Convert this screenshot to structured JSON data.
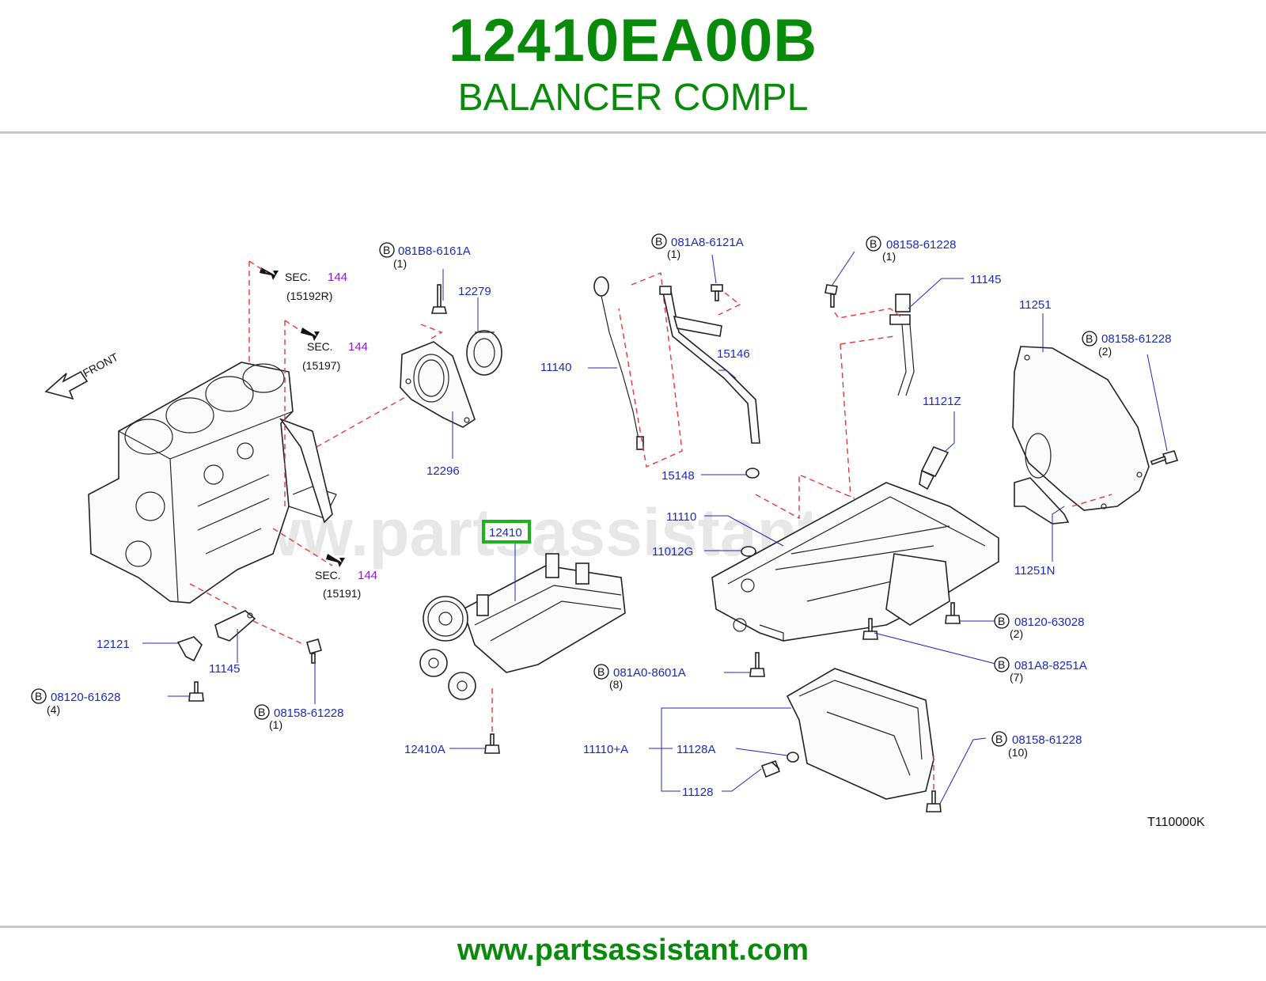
{
  "header": {
    "part_number": "12410EA00B",
    "part_name": "BALANCER COMPL"
  },
  "footer": {
    "url": "www.partsassistant.com"
  },
  "diagram": {
    "watermark": "www.partsassistant.com",
    "front_label": "FRONT",
    "code": "T110000K",
    "bolt_badge": "B",
    "highlighted_part": "12410",
    "section_refs": [
      {
        "sec": "SEC.",
        "num": "144",
        "sub": "(15192R)"
      },
      {
        "sec": "SEC.",
        "num": "144",
        "sub": "(15197)"
      },
      {
        "sec": "SEC.",
        "num": "144",
        "sub": "(15191)"
      }
    ],
    "labels": {
      "p081B8_6161A": "081B8-6161A",
      "q081B8_6161A": "(1)",
      "p12279": "12279",
      "p12296": "12296",
      "p081A8_6121A": "081A8-6121A",
      "q081A8_6121A": "(1)",
      "p08158_61228_top": "08158-61228",
      "q08158_61228_top": "(1)",
      "p11145_top": "11145",
      "p11140": "11140",
      "p15146": "15146",
      "p15148": "15148",
      "p11251": "11251",
      "p08158_61228_r": "08158-61228",
      "q08158_61228_r": "(2)",
      "p11121Z": "11121Z",
      "p11110": "11110",
      "p11012G": "11012G",
      "p11251N": "11251N",
      "p08120_63028": "08120-63028",
      "q08120_63028": "(2)",
      "p081A8_8251A": "081A8-8251A",
      "q081A8_8251A": "(7)",
      "p081A0_8601A": "081A0-8601A",
      "q081A0_8601A": "(8)",
      "p12121": "12121",
      "p11145_low": "11145",
      "p08120_61628": "08120-61628",
      "q08120_61628": "(4)",
      "p08158_61228_low": "08158-61228",
      "q08158_61228_low": "(1)",
      "p12410A": "12410A",
      "p11110A": "11110+A",
      "p11128A": "11128A",
      "p11128": "11128",
      "p08158_61228_br": "08158-61228",
      "q08158_61228_br": "(10)"
    }
  }
}
